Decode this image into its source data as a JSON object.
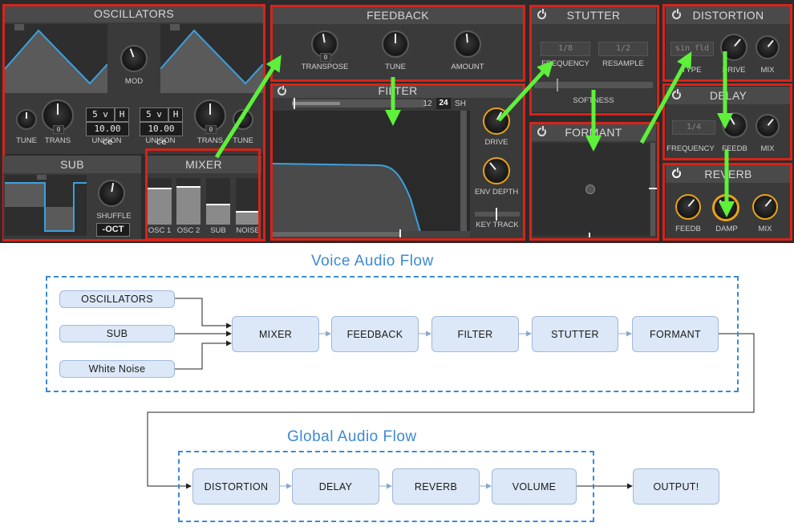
{
  "synth": {
    "oscillators": {
      "title": "OSCILLATORS",
      "mod_label": "MOD",
      "tune1": "TUNE",
      "trans1": "TRANS",
      "trans1_val": "0",
      "unison1": "UNISON",
      "voices1": "5 v",
      "mode1": "H",
      "detune1": "10.00 ce",
      "unison2": "UNISON",
      "voices2": "5 v",
      "mode2": "H",
      "detune2": "10.00 ce",
      "trans2": "TRANS",
      "trans2_val": "0",
      "tune2": "TUNE"
    },
    "sub": {
      "title": "SUB",
      "shuffle_label": "SHUFFLE",
      "octave_value": "-OCT"
    },
    "mixer": {
      "title": "MIXER",
      "labels": [
        "OSC 1",
        "OSC 2",
        "SUB",
        "NOISE"
      ],
      "levels": [
        0.8,
        0.82,
        0.45,
        0.3
      ]
    },
    "feedback": {
      "title": "FEEDBACK",
      "transpose_label": "TRANSPOSE",
      "transpose_val": "0",
      "tune_label": "TUNE",
      "amount_label": "AMOUNT"
    },
    "filter": {
      "title": "FILTER",
      "slope_12": "12",
      "slope_24": "24",
      "slope_sh": "SH",
      "drive_label": "DRIVE",
      "env_depth_label": "ENV DEPTH",
      "key_track_label": "KEY TRACK"
    },
    "stutter": {
      "title": "STUTTER",
      "frequency_value": "1/8",
      "resample_value": "1/2",
      "frequency_label": "FREQUENCY",
      "resample_label": "RESAMPLE",
      "softness_label": "SOFTNESS"
    },
    "formant": {
      "title": "FORMANT"
    },
    "distortion": {
      "title": "DISTORTION",
      "type_value": "sin fld",
      "type_label": "TYPE",
      "drive_label": "DRIVE",
      "mix_label": "MIX"
    },
    "delay": {
      "title": "DELAY",
      "frequency_value": "1/4",
      "frequency_label": "FREQUENCY",
      "feedb_label": "FEEDB",
      "mix_label": "MIX"
    },
    "reverb": {
      "title": "REVERB",
      "feedb_label": "FEEDB",
      "damp_label": "DAMP",
      "mix_label": "MIX"
    }
  },
  "voice_flow": {
    "title": "Voice Audio Flow",
    "sources": [
      "OSCILLATORS",
      "SUB",
      "White Noise"
    ],
    "chain": [
      "MIXER",
      "FEEDBACK",
      "FILTER",
      "STUTTER",
      "FORMANT"
    ]
  },
  "global_flow": {
    "title": "Global Audio Flow",
    "chain": [
      "DISTORTION",
      "DELAY",
      "REVERB",
      "VOLUME"
    ],
    "output": "OUTPUT!"
  },
  "colors": {
    "annotation_border": "#d8231a",
    "arrow": "#5ef03a",
    "accent_orange": "#e8a21b",
    "flow_blue": "#3c8ad2",
    "box_fill": "#dce8f8"
  }
}
